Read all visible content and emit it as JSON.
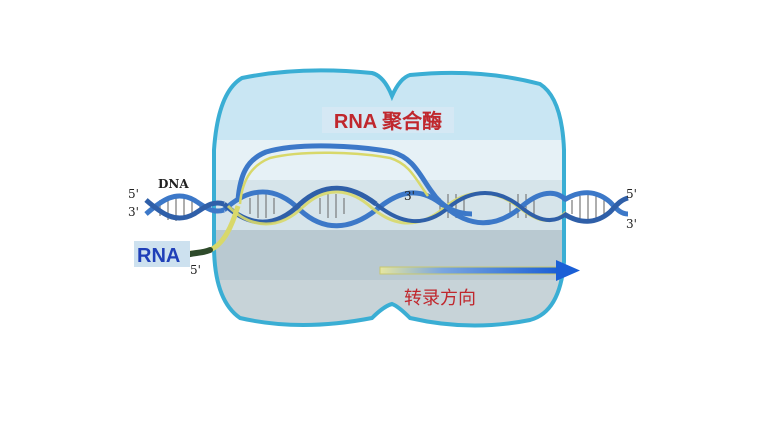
{
  "labels": {
    "polymerase": "RNA 聚合酶",
    "dna": "DNA",
    "rna": "RNA",
    "direction": "转录方向",
    "left_top_end": "5'",
    "left_bottom_end": "3'",
    "right_top_end": "5'",
    "right_bottom_end": "3'",
    "inner_end": "3'",
    "rna_end": "5'"
  },
  "colors": {
    "enzyme_outline": "#3aaed4",
    "enzyme_fill": "#c9e6f3",
    "band_dark": "#b7c7cf",
    "dna_strand": "#3c78c8",
    "rna_strand": "#d8d86a",
    "rna_tail": "#2e4a2a",
    "arrow": "#1a5fd6",
    "polymerase_text": "#c0272d",
    "rna_text": "#1f3fb8",
    "direction_text": "#c0272d"
  }
}
